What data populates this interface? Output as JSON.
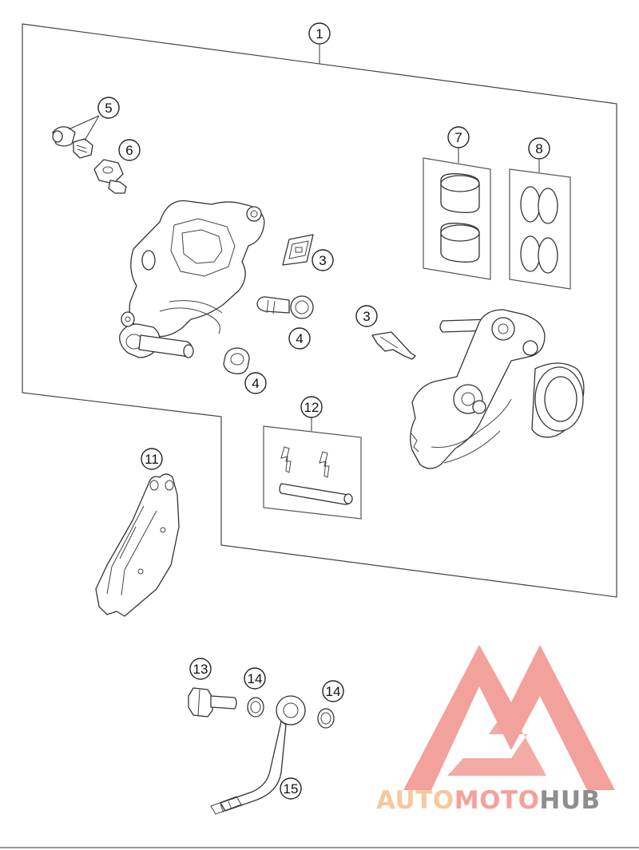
{
  "callouts": {
    "c1": "1",
    "c3a": "3",
    "c3b": "3",
    "c4a": "4",
    "c4b": "4",
    "c5": "5",
    "c6": "6",
    "c7": "7",
    "c8": "8",
    "c11": "11",
    "c12": "12",
    "c13": "13",
    "c14a": "14",
    "c14b": "14",
    "c15": "15"
  },
  "watermark": {
    "part1": "AUTO",
    "part2": "MOTO",
    "part3": "HUB",
    "color1": "#f7c89b",
    "color2": "#f4a19a",
    "color3": "#8e8e8e",
    "logo_color": "#f0918a"
  },
  "colors": {
    "line": "#333333",
    "background": "#ffffff"
  }
}
